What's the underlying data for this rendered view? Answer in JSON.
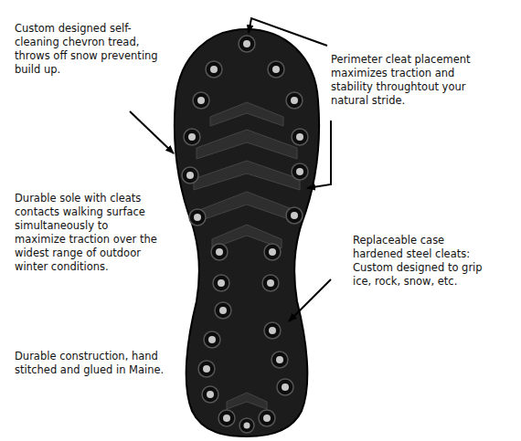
{
  "diagram": {
    "labels": [
      "Custom designed self-cleaning chevron tread, throws off snow preventing build up.",
      "Perimeter cleat placement maximizes traction and stability throughtout your natural stride.",
      "Durable sole with cleats contacts walking surface simultaneously to maximize traction over the widest range of outdoor winter conditions.",
      "Replaceable case hardened steel cleats: Custom designed to grip ice, rock, snow, etc.",
      "Durable construction, hand stitched and glued in Maine."
    ]
  }
}
